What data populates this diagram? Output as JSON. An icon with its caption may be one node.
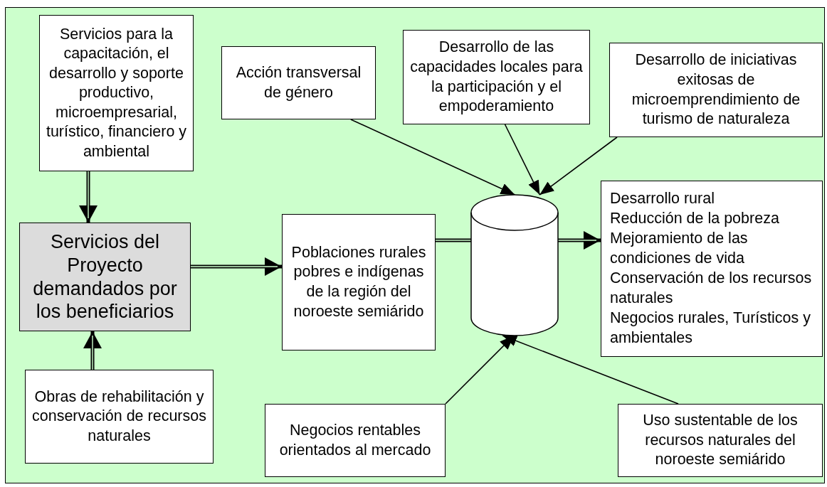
{
  "diagram": {
    "nodes": [
      {
        "text": [
          "Servicios para la capacitación, el desarrollo y soporte productivo, microempresarial, turístico, financiero y ambiental"
        ]
      },
      {
        "text": [
          "Acción transversal de género"
        ]
      },
      {
        "text": [
          "Desarrollo de las capacidades locales para la participación y el empoderamiento"
        ]
      },
      {
        "text": [
          "Desarrollo de iniciativas exitosas de microemprendimiento de turismo de naturaleza"
        ]
      },
      {
        "text": [
          "Servicios del Proyecto demandados por los beneficiarios"
        ]
      },
      {
        "text": [
          "Poblaciones rurales pobres e indígenas de la región del noroeste semiárido"
        ]
      },
      {
        "text": [],
        "shape": "cylinder"
      },
      {
        "text": [
          "Desarrollo rural",
          "Reducción de la pobreza",
          "Mejoramiento de las condiciones de vida",
          "Conservación de los recursos naturales",
          "Negocios rurales, Turísticos y ambientales"
        ]
      },
      {
        "text": [
          "Obras de rehabilitación y conservación de recursos naturales"
        ]
      },
      {
        "text": [
          "Negocios rentables orientados al mercado"
        ]
      },
      {
        "text": [
          "Uso sustentable de los recursos naturales del noroeste semiárido"
        ]
      }
    ],
    "edges": [
      {
        "from": 0,
        "to": 4,
        "arrow": "to",
        "style": "thick"
      },
      {
        "from": 8,
        "to": 4,
        "arrow": "to",
        "style": "thick"
      },
      {
        "from": 4,
        "to": 5,
        "arrow": "to",
        "style": "thick"
      },
      {
        "from": 5,
        "to": 6,
        "arrow": "none",
        "style": "thick"
      },
      {
        "from": 6,
        "to": 7,
        "arrow": "to",
        "style": "thick"
      },
      {
        "from": 1,
        "to": 6,
        "arrow": "to"
      },
      {
        "from": 2,
        "to": 6,
        "arrow": "to"
      },
      {
        "from": 3,
        "to": 6,
        "arrow": "to"
      },
      {
        "from": 9,
        "to": 6,
        "arrow": "to"
      },
      {
        "from": 10,
        "to": 6,
        "arrow": "to"
      }
    ]
  }
}
